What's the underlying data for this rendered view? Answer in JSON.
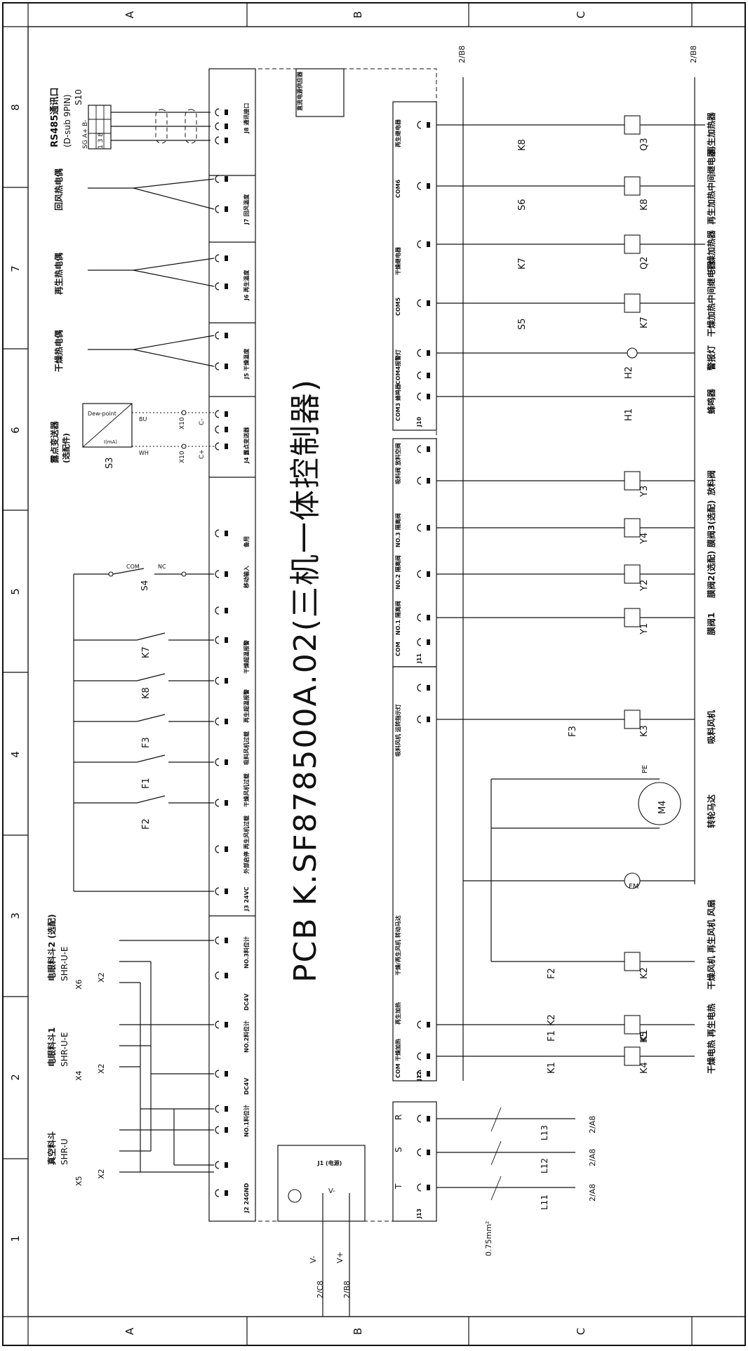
{
  "zones": {
    "a": "A",
    "b": "B",
    "c": "C",
    "n1": "1",
    "n2": "2",
    "n3": "3",
    "n4": "4",
    "n5": "5",
    "n6": "6",
    "n7": "7",
    "n8": "8"
  },
  "title": {
    "main": "PCB K.SF878500A.02(三机一体控制器)"
  },
  "rs485": {
    "title": "RS485通讯口",
    "subtitle": "(D-sub 9PIN)",
    "ref": "S10",
    "pins": "SG A+ B-",
    "nums": "1 3 8"
  },
  "sensors": {
    "return_air": "回风热电偶",
    "regen": "再生热电偶",
    "dry": "干燥热电偶",
    "dew": "露点变送器",
    "dew_sub": "(选配件)",
    "dew_device": "Dew-point",
    "dew_ref": "S3",
    "dew_sig": "I(mA)",
    "bu": "BU",
    "wh": "WH",
    "cp": "C+",
    "cm": "C-",
    "x10": "X10"
  },
  "hoppers": {
    "vac": "真空料斗",
    "vac_model": "SHR-U",
    "eye1": "电眼料斗1",
    "eye1_model": "SHR-U-E",
    "eye2": "电眼料斗2 (选配)",
    "eye2_model": "SHR-U-E",
    "x2": "X2",
    "x4": "X4",
    "x5": "X5",
    "x6": "X6"
  },
  "left_connectors": {
    "j8": "J8 通讯接口",
    "j7": "J7 回风温度",
    "j6": "J6 再生温度",
    "j5": "J5 干燥温度",
    "j4": "J4 露点变送器",
    "spare": "备用",
    "remote": "移动输入",
    "dry_alarm": "干燥超温报警",
    "regen_alarm": "再生超温报警",
    "fan_overload": "吸料风机过载",
    "dry_overload": "干燥风机过载",
    "regen_overload": "再生风机过载",
    "ext": "外部启停",
    "j3": "J3 24VC",
    "no3": "NO.3料位计",
    "dc4": "DC4V",
    "no2": "NO.2料位计",
    "no1": "NO.1料位计",
    "dc4b": "DC4V",
    "j2": "J2 24GND"
  },
  "right_connectors": {
    "regen_cont": "再生继电器",
    "com6": "COM6",
    "dry_cont": "干燥继电器",
    "com5": "COM5",
    "alarm_lamp": "报警灯",
    "com4": "COM4",
    "com3": "COM3 蜂鸣器",
    "j10": "J10",
    "suct": "吸料阀 放料空阀",
    "j11": "J11",
    "v3": "NO.3 隔离阀",
    "v2": "NO.2 隔离阀",
    "v1": "NO.1 隔离阀",
    "com": "COM",
    "fan": "吸料风机 运转指示灯",
    "dryfan": "干燥/再生风机 转动马达",
    "regen_heat": "再生加热",
    "dry_heat": "干燥加热",
    "j12": "J12",
    "j13": "J13",
    "t": "T",
    "s": "S",
    "r": "R",
    "j1": "J1 (电源)",
    "dc_pwr": "直流电源供应器"
  },
  "loads": {
    "regen_heater": "再生加热器",
    "regen_relay": "再生加热中间继电器",
    "dry_heater": "干燥加热器",
    "dry_relay": "干燥加热中间继电器",
    "alarm": "警报灯",
    "buzzer": "蜂鸣器",
    "suction_valve": "放料阀",
    "valve3": "膜阀3(选配)",
    "valve2": "膜阀2(选配)",
    "valve1": "膜阀1",
    "suction_fan": "吸料风机",
    "motor": "转轮马达",
    "fans": "干燥风机 再生风机 风扇",
    "heaters": "干燥电热 再生电热",
    "k8": "K8",
    "k7": "K7",
    "q3": "Q3",
    "q2": "Q2",
    "s6": "S6",
    "s5": "S5",
    "h1": "H1",
    "h2": "H2",
    "y1": "Y1",
    "y2": "Y2",
    "y3": "Y3",
    "y4": "Y4",
    "k1": "K1",
    "k2": "K2",
    "k3": "K3",
    "k4": "K4",
    "k5": "K5",
    "f1": "F1",
    "f2": "F2",
    "f3": "F3",
    "m4": "M4",
    "fm": "FM",
    "pe": "PE",
    "s4": "S4",
    "com": "COM",
    "nc": "NC",
    "l11": "L11",
    "l12": "L12",
    "l13": "L13",
    "wire": "0.75mm²"
  },
  "refs": {
    "r2b8": "2/B8",
    "r2c8": "2/C8",
    "r2a8": "2/A8",
    "vm": "V-",
    "vp": "V+"
  }
}
